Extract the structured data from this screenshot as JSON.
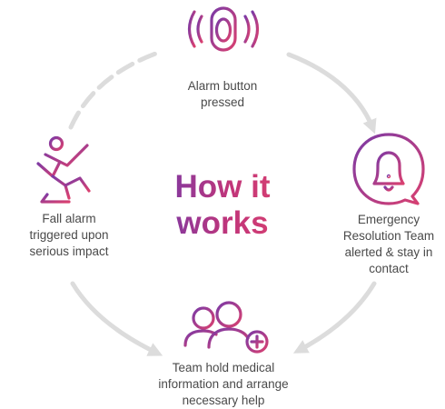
{
  "title": {
    "line1": "How it",
    "line2": "works"
  },
  "steps": [
    {
      "icon": "alarm-button-icon",
      "label_lines": [
        "Alarm button",
        "pressed"
      ]
    },
    {
      "icon": "alert-bell-icon",
      "label_lines": [
        "Emergency",
        "Resolution Team",
        "alerted & stay in",
        "contact"
      ]
    },
    {
      "icon": "team-add-icon",
      "label_lines": [
        "Team hold medical",
        "information and arrange",
        "necessary help"
      ]
    },
    {
      "icon": "fall-person-icon",
      "label_lines": [
        "Fall alarm",
        "triggered upon",
        "serious impact"
      ]
    }
  ],
  "colors": {
    "gradient_start": "#7b3aa6",
    "gradient_end": "#d94070",
    "arrow": "#dcdcdc",
    "text": "#4a4a4a"
  }
}
